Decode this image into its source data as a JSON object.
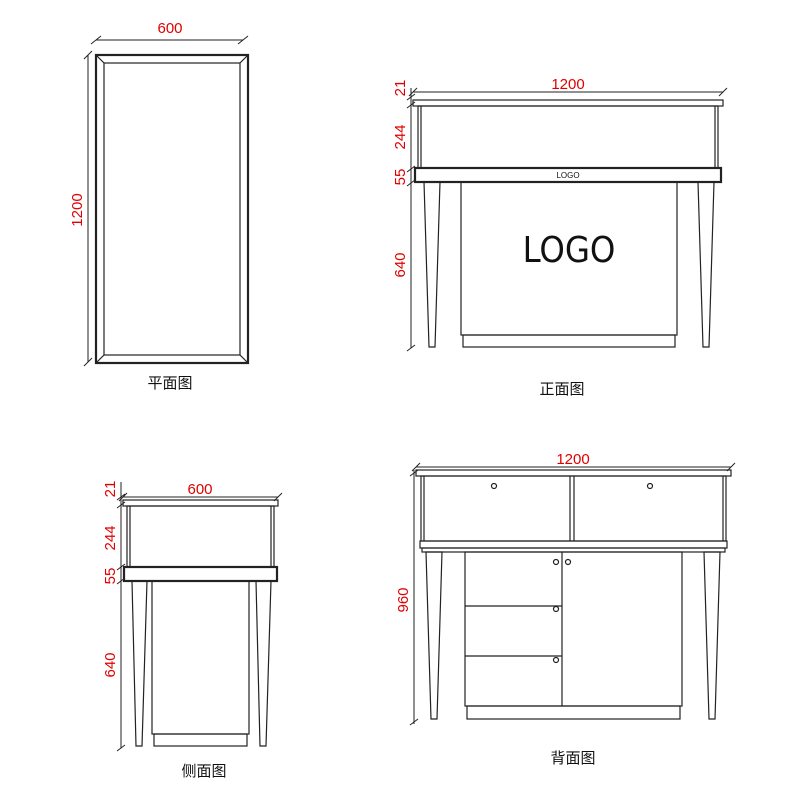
{
  "plan_view": {
    "caption": "平面图",
    "width_label": "600",
    "depth_label": "1200"
  },
  "front_view": {
    "caption": "正面图",
    "width_label": "1200",
    "top_label": "21",
    "glass_label": "244",
    "band_label": "55",
    "base_label": "640",
    "band_logo": "LOGO",
    "cabinet_logo": "LOGO"
  },
  "side_view": {
    "caption": "侧面图",
    "width_label": "600",
    "top_label": "21",
    "glass_label": "244",
    "band_label": "55",
    "base_label": "640"
  },
  "back_view": {
    "caption": "背面图",
    "width_label": "1200",
    "height_label": "960"
  }
}
